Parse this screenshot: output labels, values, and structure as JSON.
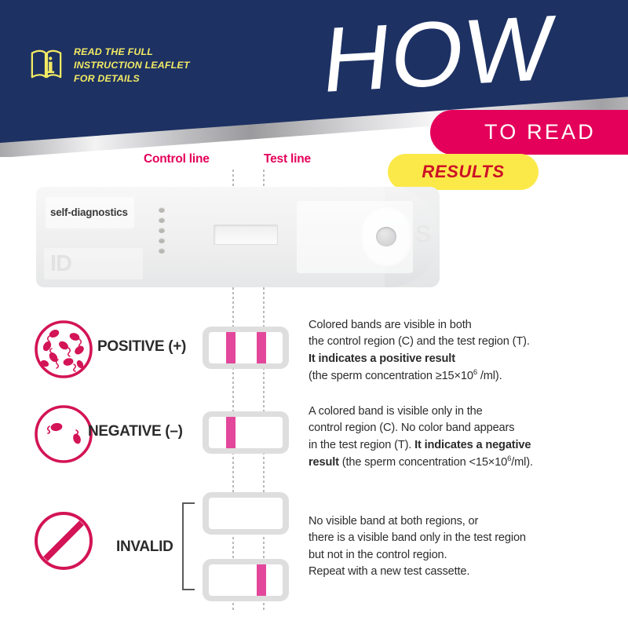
{
  "header": {
    "leaflet_icon": "instruction-leaflet-icon",
    "leaflet_text_lines": [
      "READ THE FULL",
      "INSTRUCTION LEAFLET",
      "FOR DETAILS"
    ],
    "title_how": "HOW",
    "title_to_read": "TO READ",
    "title_results": "RESULTS",
    "colors": {
      "navy": "#1d3163",
      "yellow_text": "#f2ea63",
      "pink": "#e4005a",
      "yellow_banner": "#fbe94a",
      "results_text": "#cc1026"
    }
  },
  "guides": {
    "control_label": "Control line",
    "test_label": "Test line"
  },
  "cassette": {
    "brand": "self-diagnostics",
    "ghost_logo": "ID",
    "sample_well_letter": "S",
    "indicator_dot_count": 5
  },
  "results": [
    {
      "key": "positive",
      "icon": "sperm-many-circle-icon",
      "label": "POSITIVE (+)",
      "bands": {
        "control": true,
        "test": true
      },
      "description_html": "Colored bands are visible in both<br>the control region (C) and the test region (T).<br><b>It indicates a positive result</b><br>(the sperm concentration ≥15×10<sup>6</sup> /ml)."
    },
    {
      "key": "negative",
      "icon": "sperm-few-circle-icon",
      "label": "NEGATIVE (–)",
      "bands": {
        "control": true,
        "test": false
      },
      "description_html": "A colored band is visible only in the<br>control region (C). No color band appears<br>in the test region (T). <b>It indicates a negative</b><br><b>result</b> (the sperm concentration &lt;15×10<sup>6</sup>/ml)."
    },
    {
      "key": "invalid",
      "icon": "no-entry-circle-icon",
      "label": "INVALID",
      "bands_top": {
        "control": false,
        "test": false
      },
      "bands_bottom": {
        "control": false,
        "test": true
      },
      "description_html": "No visible band at both regions, or<br>there is a visible band only in the test region<br>but not in the control region.<br>Repeat with a new test cassette."
    }
  ],
  "palette": {
    "band_pink": "#e3479b",
    "icon_crimson": "#d31456",
    "window_frame": "#dedede",
    "body_text": "#2c2c2c"
  }
}
